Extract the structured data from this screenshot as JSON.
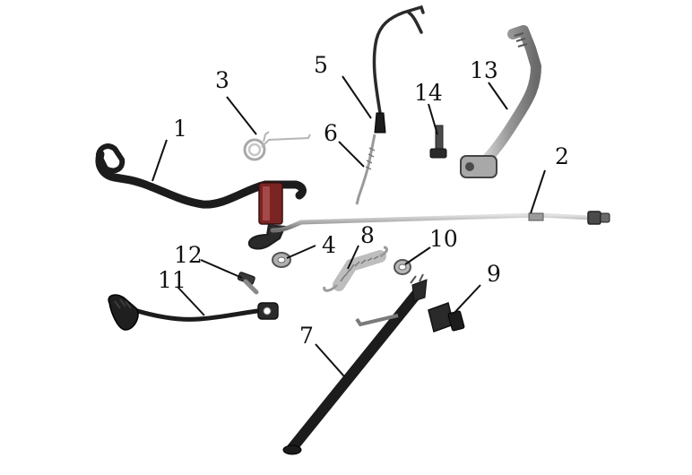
{
  "diagram": {
    "callouts": [
      {
        "id": "c1",
        "number": "1"
      },
      {
        "id": "c2",
        "number": "2"
      },
      {
        "id": "c3",
        "number": "3"
      },
      {
        "id": "c4",
        "number": "4"
      },
      {
        "id": "c5",
        "number": "5"
      },
      {
        "id": "c6",
        "number": "6"
      },
      {
        "id": "c7",
        "number": "7"
      },
      {
        "id": "c8",
        "number": "8"
      },
      {
        "id": "c9",
        "number": "9"
      },
      {
        "id": "c10",
        "number": "10"
      },
      {
        "id": "c11",
        "number": "11"
      },
      {
        "id": "c12",
        "number": "12"
      },
      {
        "id": "c13",
        "number": "13"
      },
      {
        "id": "c14",
        "number": "14"
      }
    ]
  },
  "colors": {
    "background": "#ffffff",
    "leader": "#111111",
    "black_part": "#1c1c1c",
    "chrome": "#b9b9b9",
    "chrome_dark": "#7a7a7a",
    "red_part": "#7a2424"
  }
}
